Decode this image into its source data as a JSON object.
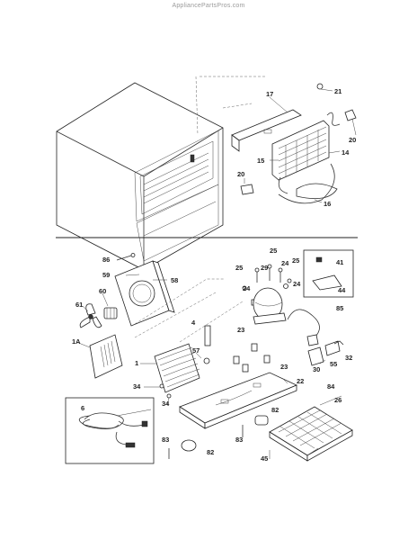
{
  "watermark": "AppliancePartsPros.com",
  "callouts": {
    "c17": "17",
    "c21": "21",
    "c20a": "20",
    "c20b": "20",
    "c15": "15",
    "c14": "14",
    "c16": "16",
    "c86": "86",
    "c59": "59",
    "c58": "58",
    "c60": "60",
    "c61": "61",
    "c1A": "1A",
    "c25a": "25",
    "c25b": "25",
    "c25c": "25",
    "c29": "29",
    "c24a": "24",
    "c24b": "24",
    "c24c": "24",
    "c41": "41",
    "c44": "44",
    "c85": "85",
    "c4": "4",
    "c23a": "23",
    "c23b": "23",
    "c57": "57",
    "c1": "1",
    "c34a": "34",
    "c34b": "34",
    "c22": "22",
    "c26": "26",
    "c30": "30",
    "c55": "55",
    "c32": "32",
    "c84": "84",
    "c82a": "82",
    "c82b": "82",
    "c83a": "83",
    "c83b": "83",
    "c6": "6",
    "c45": "45"
  }
}
